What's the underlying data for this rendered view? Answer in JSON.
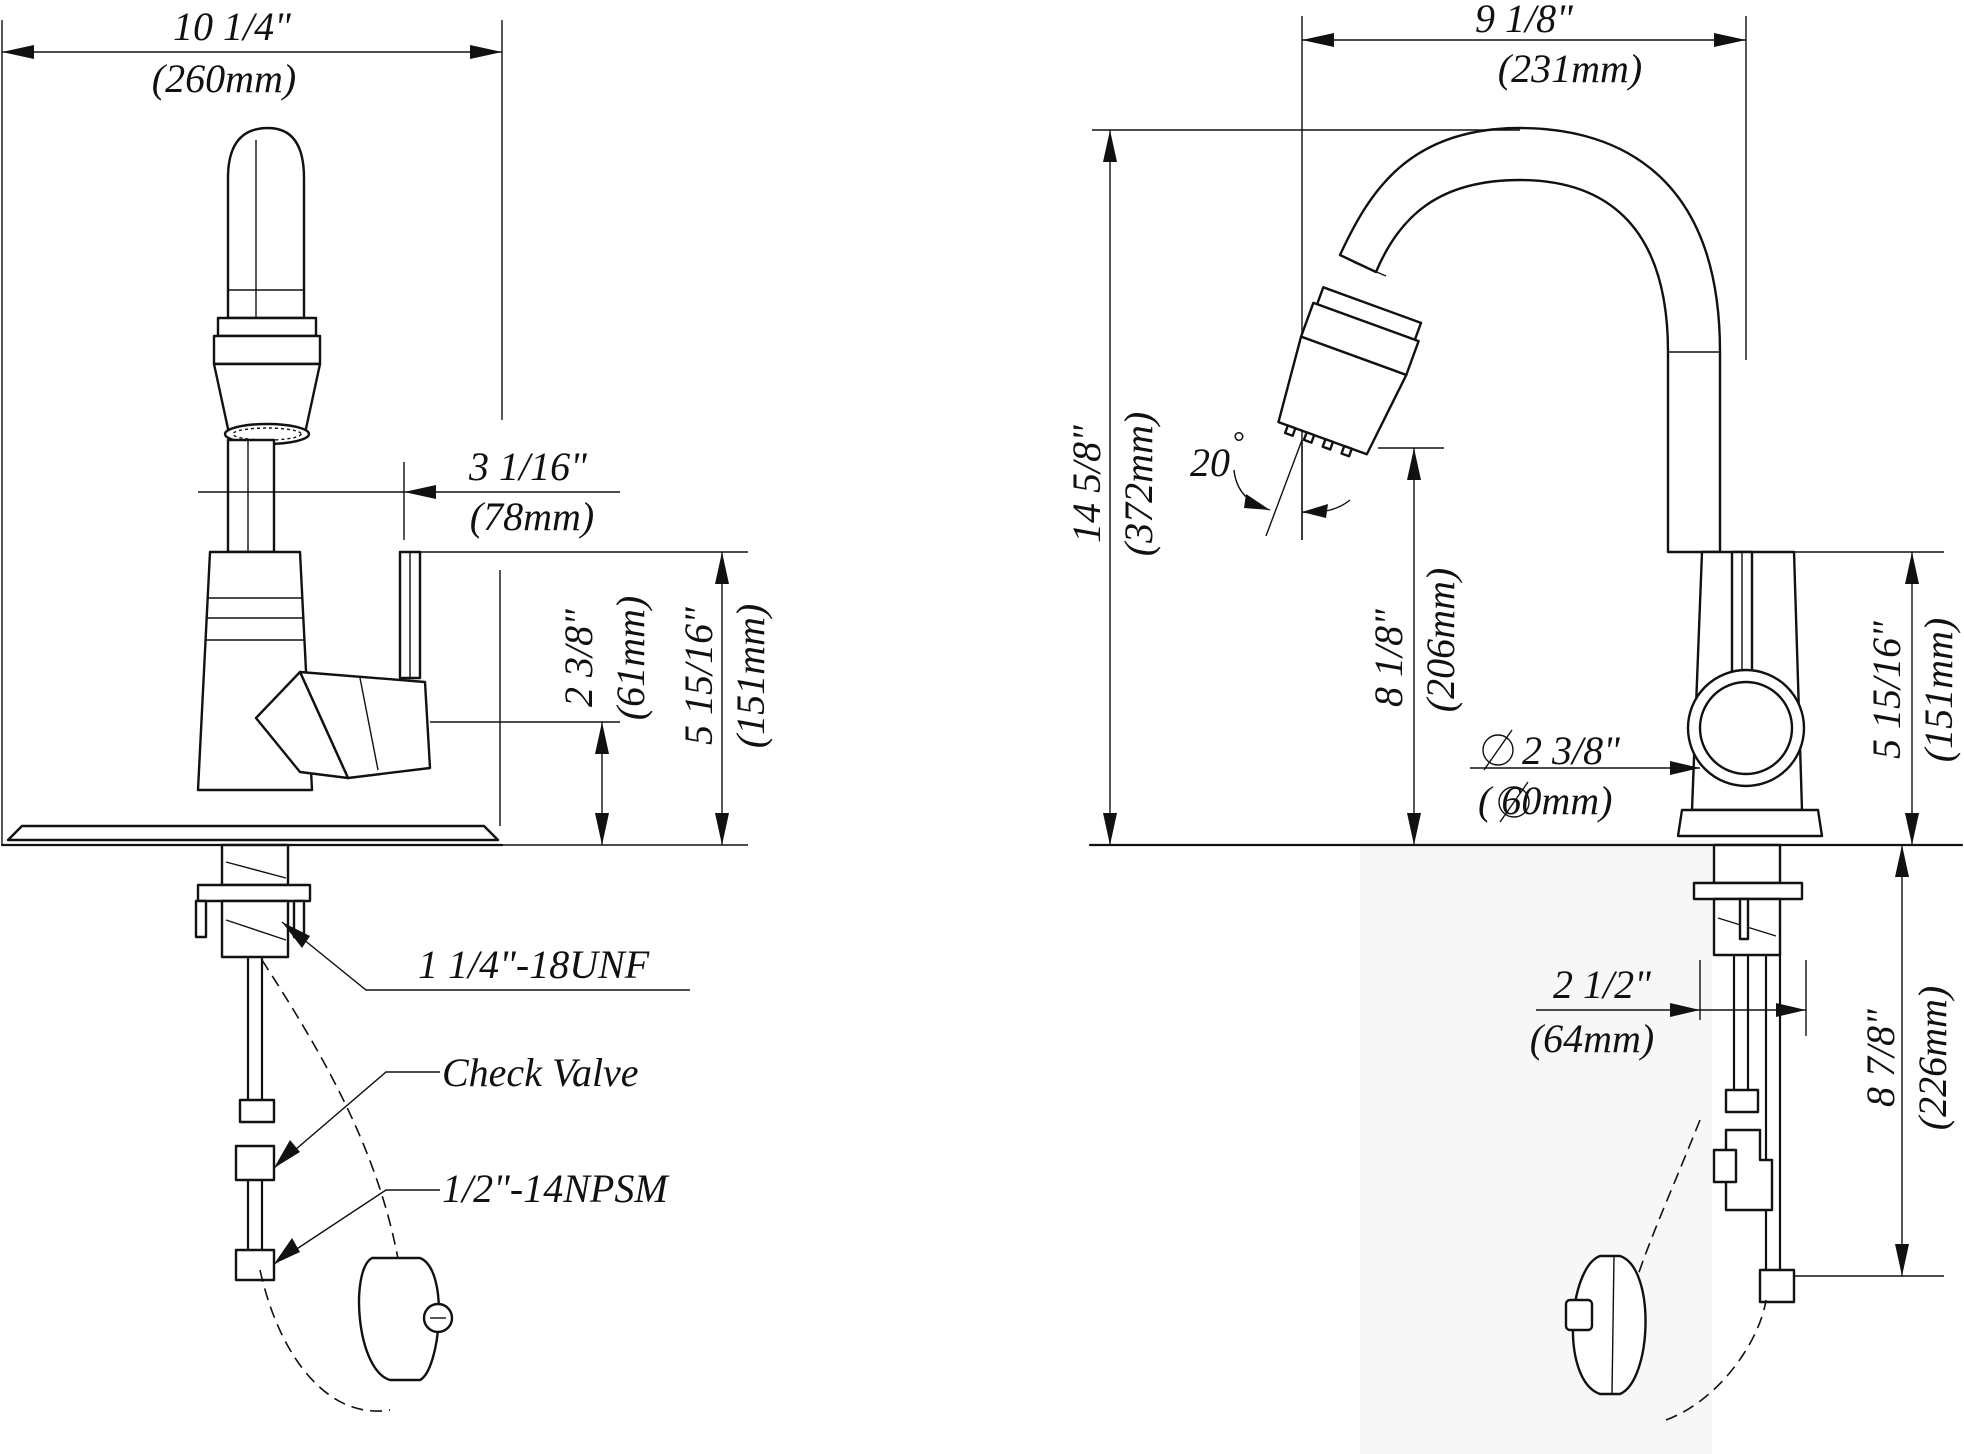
{
  "front_view": {
    "overall_width": {
      "imperial": "10 1/4\"",
      "metric": "(260mm)"
    },
    "handle_offset": {
      "imperial": "3 1/16\"",
      "metric": "(78mm)"
    },
    "handle_height": {
      "imperial": "2 3/8\"",
      "metric": "(61mm)"
    },
    "base_height": {
      "imperial": "5 15/16\"",
      "metric": "(151mm)"
    },
    "callouts": {
      "thread": "1 1/4\"-18UNF",
      "check_valve": "Check Valve",
      "supply": "1/2\"-14NPSM"
    }
  },
  "side_view": {
    "reach": {
      "imperial": "9 1/8\"",
      "metric": "(231mm)"
    },
    "overall_height": {
      "imperial": "14 5/8\"",
      "metric": "(372mm)"
    },
    "spout_clearance": {
      "imperial": "8 1/8\"",
      "metric": "(206mm)"
    },
    "spray_angle": {
      "value": "20",
      "unit": "°"
    },
    "base_height": {
      "imperial": "5 15/16\"",
      "metric": "(151mm)"
    },
    "base_diameter": {
      "imperial": "2 3/8\"",
      "metric": "( 60mm)",
      "symbol": "diameter-icon"
    },
    "shank_width": {
      "imperial": "2 1/2\"",
      "metric": "(64mm)"
    },
    "shank_length": {
      "imperial": "8 7/8\"",
      "metric": "(226mm)"
    }
  }
}
